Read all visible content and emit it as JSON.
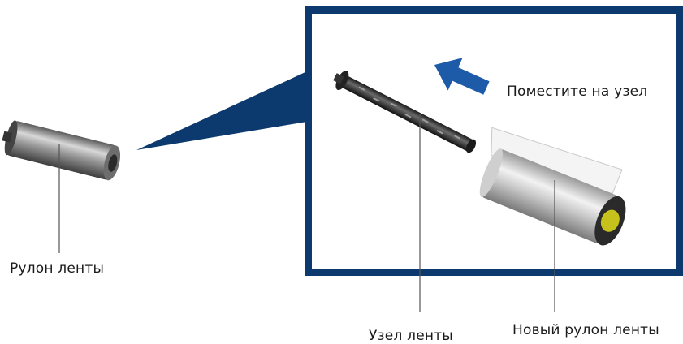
{
  "labels": {
    "ribbon_roll": "Рулон ленты",
    "place_on_core": "Поместите на узел",
    "ribbon_core": "Узел ленты",
    "new_ribbon_roll": "Новый рулон ленты"
  },
  "icons": {
    "arrow": "arrow-up-left-icon"
  },
  "colors": {
    "frame": "#0d3a6e",
    "callout_beam": "#0d3a6e",
    "arrow": "#1d5aa8",
    "core_end": "#c7c21b"
  }
}
